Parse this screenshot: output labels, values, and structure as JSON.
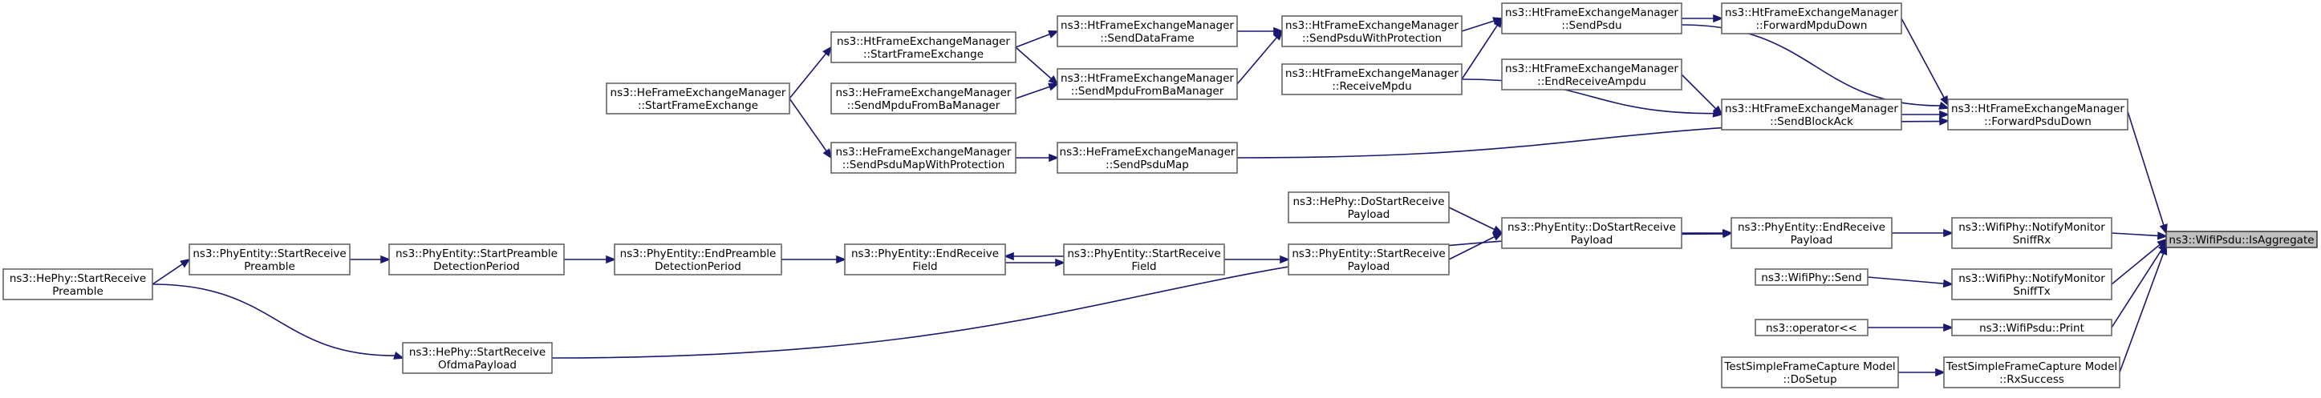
{
  "nodes": [
    {
      "id": "isaggregate",
      "lines": [
        "ns3::WifiPsdu::IsAggregate"
      ],
      "highlight": true
    },
    {
      "id": "fwdpsdudown",
      "lines": [
        "ns3::HtFrameExchangeManager",
        "::ForwardPsduDown"
      ]
    },
    {
      "id": "notifyrx",
      "lines": [
        "ns3::WifiPhy::NotifyMonitor",
        "SniffRx"
      ]
    },
    {
      "id": "notifytx",
      "lines": [
        "ns3::WifiPhy::NotifyMonitor",
        "SniffTx"
      ]
    },
    {
      "id": "print",
      "lines": [
        "ns3::WifiPsdu::Print"
      ]
    },
    {
      "id": "rxsuccess",
      "lines": [
        "TestSimpleFrameCapture Model",
        "::RxSuccess"
      ]
    },
    {
      "id": "fwdmpdudown",
      "lines": [
        "ns3::HtFrameExchangeManager",
        "::ForwardMpduDown"
      ]
    },
    {
      "id": "sendpsdu",
      "lines": [
        "ns3::HtFrameExchangeManager",
        "::SendPsdu"
      ]
    },
    {
      "id": "sendblockack",
      "lines": [
        "ns3::HtFrameExchangeManager",
        "::SendBlockAck"
      ]
    },
    {
      "id": "endreceiveampdu",
      "lines": [
        "ns3::HtFrameExchangeManager",
        "::EndReceiveAmpdu"
      ]
    },
    {
      "id": "receivempdu",
      "lines": [
        "ns3::HtFrameExchangeManager",
        "::ReceiveMpdu"
      ]
    },
    {
      "id": "sendpsduwithprot",
      "lines": [
        "ns3::HtFrameExchangeManager",
        "::SendPsduWithProtection"
      ]
    },
    {
      "id": "senddataframe",
      "lines": [
        "ns3::HtFrameExchangeManager",
        "::SendDataFrame"
      ]
    },
    {
      "id": "sendmpdufromba",
      "lines": [
        "ns3::HtFrameExchangeManager",
        "::SendMpduFromBaManager"
      ]
    },
    {
      "id": "htstartframe",
      "lines": [
        "ns3::HtFrameExchangeManager",
        "::StartFrameExchange"
      ]
    },
    {
      "id": "hesendmpdufromba",
      "lines": [
        "ns3::HeFrameExchangeManager",
        "::SendMpduFromBaManager"
      ]
    },
    {
      "id": "hestartframe",
      "lines": [
        "ns3::HeFrameExchangeManager",
        "::StartFrameExchange"
      ]
    },
    {
      "id": "hesendpsdumap",
      "lines": [
        "ns3::HeFrameExchangeManager",
        "::SendPsduMap"
      ]
    },
    {
      "id": "hesendpsdumapwp",
      "lines": [
        "ns3::HeFrameExchangeManager",
        "::SendPsduMapWithProtection"
      ]
    },
    {
      "id": "endreceivepayload",
      "lines": [
        "ns3::PhyEntity::EndReceive",
        "Payload"
      ]
    },
    {
      "id": "dostartreceivepayload",
      "lines": [
        "ns3::PhyEntity::DoStartReceive",
        "Payload"
      ]
    },
    {
      "id": "hedostartreceive",
      "lines": [
        "ns3::HePhy::DoStartReceive",
        "Payload"
      ]
    },
    {
      "id": "startreceivepayload",
      "lines": [
        "ns3::PhyEntity::StartReceive",
        "Payload"
      ]
    },
    {
      "id": "startreceivefield",
      "lines": [
        "ns3::PhyEntity::StartReceive",
        "Field"
      ]
    },
    {
      "id": "endreceivefield",
      "lines": [
        "ns3::PhyEntity::EndReceive",
        "Field"
      ]
    },
    {
      "id": "endpreamble",
      "lines": [
        "ns3::PhyEntity::EndPreamble",
        "DetectionPeriod"
      ]
    },
    {
      "id": "startpreambleperiod",
      "lines": [
        "ns3::PhyEntity::StartPreamble",
        "DetectionPeriod"
      ]
    },
    {
      "id": "startreceivepreamble",
      "lines": [
        "ns3::PhyEntity::StartReceive",
        "Preamble"
      ]
    },
    {
      "id": "hestartreceivepreamble",
      "lines": [
        "ns3::HePhy::StartReceive",
        "Preamble"
      ]
    },
    {
      "id": "hestartreceiveofdma",
      "lines": [
        "ns3::HePhy::StartReceive",
        "OfdmaPayload"
      ]
    },
    {
      "id": "wifiphysend",
      "lines": [
        "ns3::WifiPhy::Send"
      ]
    },
    {
      "id": "operator",
      "lines": [
        "ns3::operator<<"
      ]
    },
    {
      "id": "dosetup",
      "lines": [
        "TestSimpleFrameCapture Model",
        "::DoSetup"
      ]
    }
  ],
  "edges": [
    {
      "from": "fwdpsdudown",
      "to": "isaggregate"
    },
    {
      "from": "notifyrx",
      "to": "isaggregate"
    },
    {
      "from": "notifytx",
      "to": "isaggregate"
    },
    {
      "from": "print",
      "to": "isaggregate"
    },
    {
      "from": "rxsuccess",
      "to": "isaggregate"
    },
    {
      "from": "fwdmpdudown",
      "to": "fwdpsdudown"
    },
    {
      "from": "sendpsdu",
      "to": "fwdpsdudown"
    },
    {
      "from": "sendblockack",
      "to": "fwdpsdudown"
    },
    {
      "from": "hesendpsdumap",
      "to": "fwdpsdudown"
    },
    {
      "from": "sendpsdu",
      "to": "fwdmpdudown"
    },
    {
      "from": "sendpsduwithprot",
      "to": "sendpsdu"
    },
    {
      "from": "receivempdu",
      "to": "sendpsdu"
    },
    {
      "from": "endreceiveampdu",
      "to": "sendblockack"
    },
    {
      "from": "receivempdu",
      "to": "sendblockack"
    },
    {
      "from": "senddataframe",
      "to": "sendpsduwithprot"
    },
    {
      "from": "sendmpdufromba",
      "to": "sendpsduwithprot"
    },
    {
      "from": "htstartframe",
      "to": "senddataframe"
    },
    {
      "from": "htstartframe",
      "to": "sendmpdufromba"
    },
    {
      "from": "hesendmpdufromba",
      "to": "sendmpdufromba"
    },
    {
      "from": "hestartframe",
      "to": "htstartframe"
    },
    {
      "from": "hesendpsdumapwp",
      "to": "hesendpsdumap"
    },
    {
      "from": "hestartframe",
      "to": "hesendpsdumapwp"
    },
    {
      "from": "endreceivepayload",
      "to": "notifyrx"
    },
    {
      "from": "dostartreceivepayload",
      "to": "endreceivepayload"
    },
    {
      "from": "hestartreceiveofdma",
      "to": "endreceivepayload"
    },
    {
      "from": "hedostartreceive",
      "to": "dostartreceivepayload"
    },
    {
      "from": "startreceivepayload",
      "to": "dostartreceivepayload"
    },
    {
      "from": "startreceivefield",
      "to": "startreceivepayload"
    },
    {
      "from": "startreceivefield",
      "to": "endreceivefield"
    },
    {
      "from": "endreceivefield",
      "to": "startreceivefield"
    },
    {
      "from": "endpreamble",
      "to": "endreceivefield"
    },
    {
      "from": "startpreambleperiod",
      "to": "endpreamble"
    },
    {
      "from": "startreceivepreamble",
      "to": "startpreambleperiod"
    },
    {
      "from": "hestartreceivepreamble",
      "to": "startreceivepreamble"
    },
    {
      "from": "hestartreceivepreamble",
      "to": "hestartreceiveofdma"
    },
    {
      "from": "wifiphysend",
      "to": "notifytx"
    },
    {
      "from": "operator",
      "to": "print"
    },
    {
      "from": "dosetup",
      "to": "rxsuccess"
    }
  ]
}
